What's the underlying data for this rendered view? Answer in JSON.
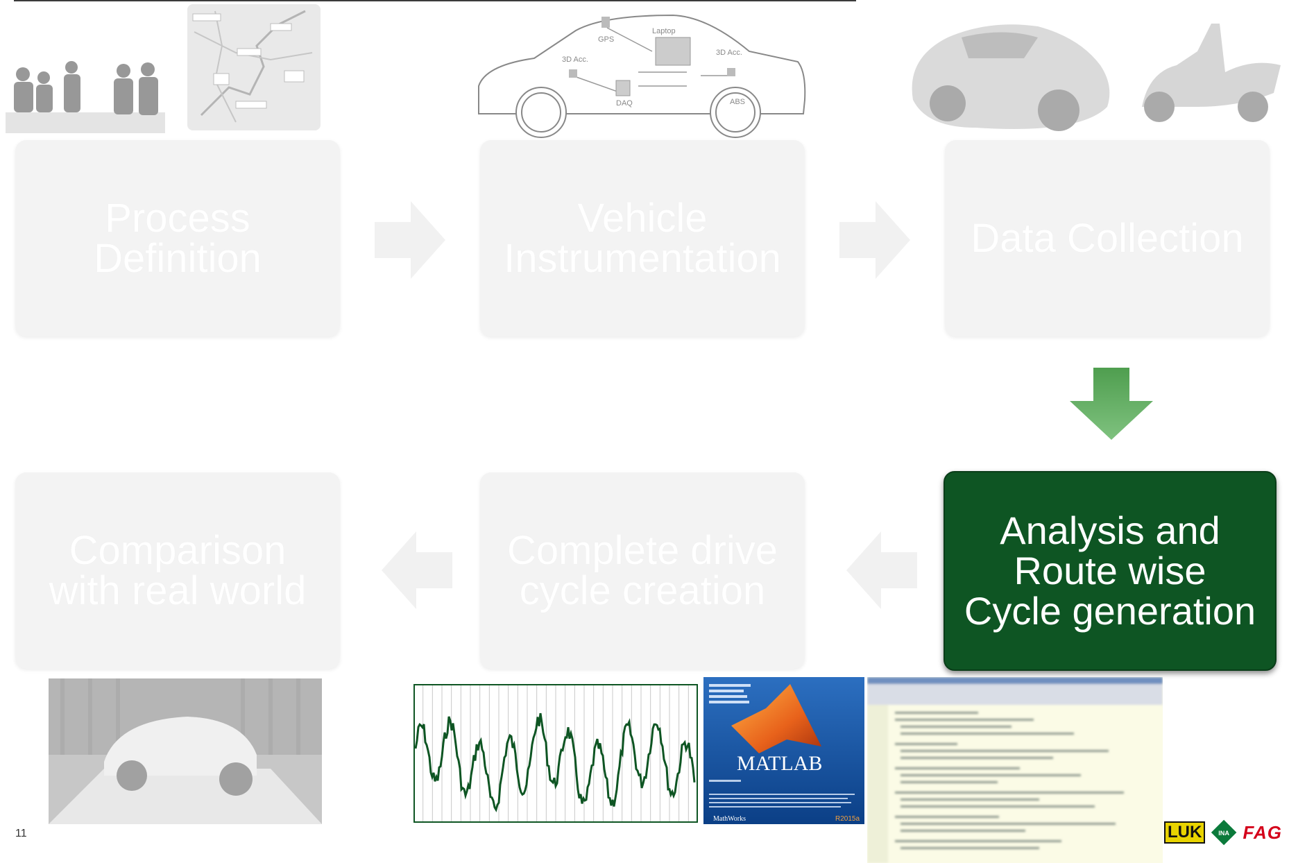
{
  "slide_number": "11",
  "steps": {
    "process_definition": "Process Definition",
    "vehicle_instrumentation": "Vehicle Instrumentation",
    "data_collection": "Data Collection",
    "analysis": "Analysis and Route wise Cycle generation",
    "complete_cycle": "Complete drive cycle creation",
    "comparison": "Comparison with real world"
  },
  "vehicle_diagram_labels": {
    "gps": "GPS",
    "laptop": "Laptop",
    "acc_left": "3D Acc.",
    "acc_right": "3D Acc.",
    "daq": "DAQ",
    "abs": "ABS"
  },
  "matlab": {
    "product": "MATLAB",
    "version": "R2015a",
    "vendor": "MathWorks"
  },
  "logos": {
    "luk": "LUK",
    "ina": "INA",
    "fag": "FAG"
  },
  "colors": {
    "active_green": "#0e5523",
    "arrow_green": "#5aa95a",
    "faded_box": "#f3f3f3",
    "chart_line": "#0e5523"
  }
}
